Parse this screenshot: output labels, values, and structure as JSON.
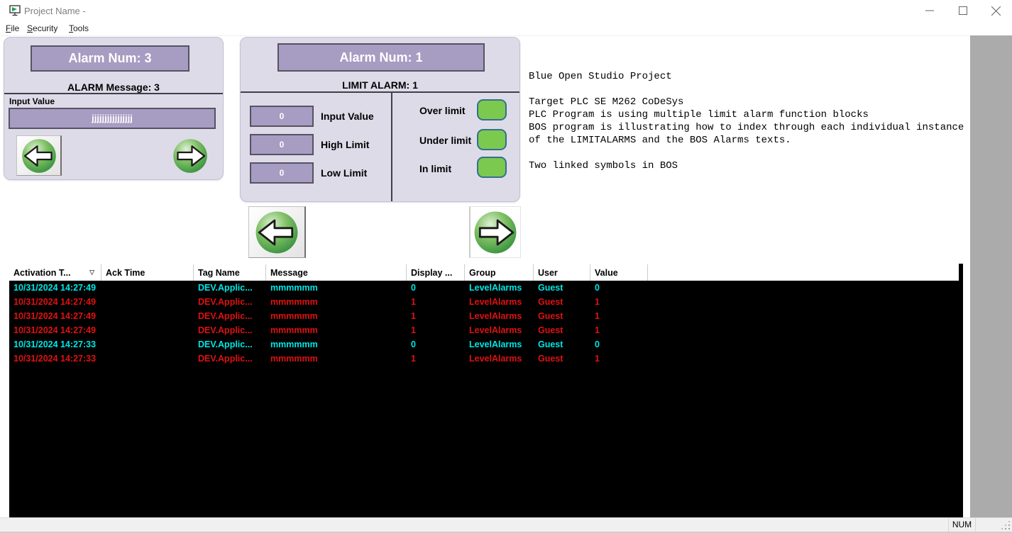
{
  "window": {
    "title": "Project Name -",
    "status_num": "NUM"
  },
  "menu": {
    "items": [
      {
        "accel": "F",
        "rest": "ile"
      },
      {
        "accel": "S",
        "rest": "ecurity"
      },
      {
        "accel": "T",
        "rest": "ools"
      }
    ]
  },
  "alarm_message_panel": {
    "header": "Alarm Num: 3",
    "subtitle": "ALARM Message: 3",
    "input_label": "Input Value",
    "input_value": "jjjjjjjjjjjjjjjj"
  },
  "limit_alarm_panel": {
    "header": "Alarm Num: 1",
    "subtitle": "LIMIT ALARM: 1",
    "fields": [
      {
        "label": "Input Value",
        "value": "0"
      },
      {
        "label": "High Limit",
        "value": "0"
      },
      {
        "label": "Low Limit",
        "value": "0"
      }
    ],
    "indicators": [
      {
        "label": "Over limit"
      },
      {
        "label": "Under limit"
      },
      {
        "label": "In limit"
      }
    ]
  },
  "info_text": {
    "lines": [
      "Blue Open Studio Project",
      "",
      "Target PLC SE M262 CoDeSys",
      "PLC Program is using multiple limit alarm function blocks",
      "BOS program is illustrating how to index through each individual instance",
      "of the LIMITALARMS and the BOS Alarms texts.",
      "",
      "Two linked symbols in BOS"
    ]
  },
  "alarm_grid": {
    "columns": [
      "Activation T...",
      "Ack Time",
      "Tag Name",
      "Message",
      "Display ...",
      "Group",
      "User",
      "Value"
    ],
    "sort_icon": "▽",
    "rows": [
      {
        "activation": "10/31/2024 14:27:49",
        "ack": "",
        "tag": "DEV.Applic...",
        "message": "mmmmmm",
        "display": "0",
        "group": "LevelAlarms",
        "user": "Guest",
        "value": "0",
        "state": "normal"
      },
      {
        "activation": "10/31/2024 14:27:49",
        "ack": "",
        "tag": "DEV.Applic...",
        "message": "mmmmmm",
        "display": "1",
        "group": "LevelAlarms",
        "user": "Guest",
        "value": "1",
        "state": "alarm"
      },
      {
        "activation": "10/31/2024 14:27:49",
        "ack": "",
        "tag": "DEV.Applic...",
        "message": "mmmmmm",
        "display": "1",
        "group": "LevelAlarms",
        "user": "Guest",
        "value": "1",
        "state": "alarm"
      },
      {
        "activation": "10/31/2024 14:27:49",
        "ack": "",
        "tag": "DEV.Applic...",
        "message": "mmmmmm",
        "display": "1",
        "group": "LevelAlarms",
        "user": "Guest",
        "value": "1",
        "state": "alarm"
      },
      {
        "activation": "10/31/2024 14:27:33",
        "ack": "",
        "tag": "DEV.Applic...",
        "message": "mmmmmm",
        "display": "0",
        "group": "LevelAlarms",
        "user": "Guest",
        "value": "0",
        "state": "normal"
      },
      {
        "activation": "10/31/2024 14:27:33",
        "ack": "",
        "tag": "DEV.Applic...",
        "message": "mmmmmm",
        "display": "1",
        "group": "LevelAlarms",
        "user": "Guest",
        "value": "1",
        "state": "alarm"
      }
    ]
  },
  "colors": {
    "panel_bg": "#dedbe8",
    "accent_purple": "#a79cc2",
    "indicator_green": "#7cc94f",
    "row_normal": "#00e6e6",
    "row_alarm": "#e01111"
  }
}
